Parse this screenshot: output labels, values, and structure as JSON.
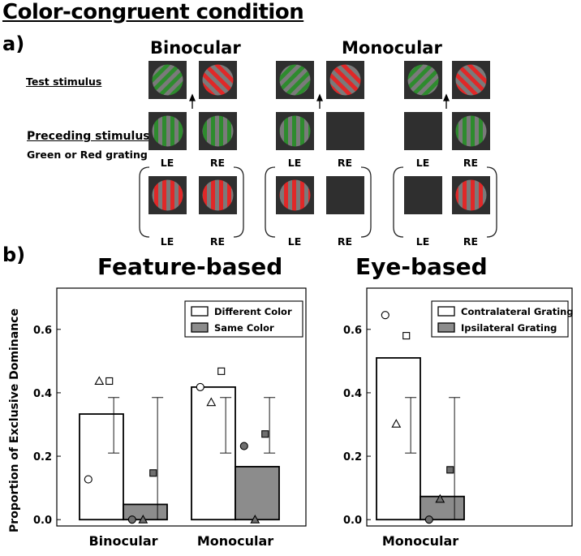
{
  "figure": {
    "title": "Color-congruent condition",
    "panel_a_label": "a)",
    "panel_b_label": "b)"
  },
  "panel_a": {
    "binocular_title": "Binocular",
    "monocular_title": "Monocular",
    "test_label": "Test stimulus",
    "preceding_label": "Preceding stimulus",
    "preceding_sub": "Green or Red grating",
    "left_eye": "LE",
    "right_eye": "RE",
    "colors": {
      "green": "#2e8b2e",
      "red": "#e02828",
      "gray": "#7a7a7a",
      "box": "#2f2f2f"
    }
  },
  "chart_data": [
    {
      "type": "bar",
      "title": "Feature-based",
      "ylabel": "Proportion of Exclusive Dominance",
      "ylim": [
        -0.02,
        0.73
      ],
      "yticks": [
        "0.0",
        "0.2",
        "0.4",
        "0.6"
      ],
      "categories": [
        "Binocular",
        "Monocular"
      ],
      "series": [
        {
          "name": "Different Color",
          "color": "#ffffff",
          "values": [
            0.333,
            0.418
          ],
          "error": [
            [
              0.21,
              0.385
            ],
            [
              0.21,
              0.385
            ]
          ],
          "points": [
            [
              0.127,
              0.437,
              0.437
            ],
            [
              0.418,
              0.37,
              0.468
            ]
          ]
        },
        {
          "name": "Same Color",
          "color": "#8c8c8c",
          "values": [
            0.048,
            0.167
          ],
          "error": [
            [
              0.0,
              0.385
            ],
            [
              0.21,
              0.385
            ]
          ],
          "points": [
            [
              0.0,
              0.0,
              0.147
            ],
            [
              0.232,
              0.0,
              0.27
            ]
          ]
        }
      ],
      "legend": "top-right",
      "grid": false
    },
    {
      "type": "bar",
      "title": "Eye-based",
      "ylim": [
        -0.02,
        0.73
      ],
      "yticks": [
        "0.0",
        "0.2",
        "0.4",
        "0.6"
      ],
      "categories": [
        "Monocular"
      ],
      "series": [
        {
          "name": "Contralateral Grating",
          "color": "#ffffff",
          "values": [
            0.51
          ],
          "error": [
            [
              0.21,
              0.385
            ]
          ],
          "points": [
            [
              0.645,
              0.302,
              0.58
            ]
          ]
        },
        {
          "name": "Ipsilateral Grating",
          "color": "#8c8c8c",
          "values": [
            0.073
          ],
          "error": [
            [
              0.0,
              0.385
            ]
          ],
          "points": [
            [
              0.0,
              0.065,
              0.157
            ]
          ]
        }
      ],
      "legend": "top-right",
      "grid": false
    }
  ]
}
